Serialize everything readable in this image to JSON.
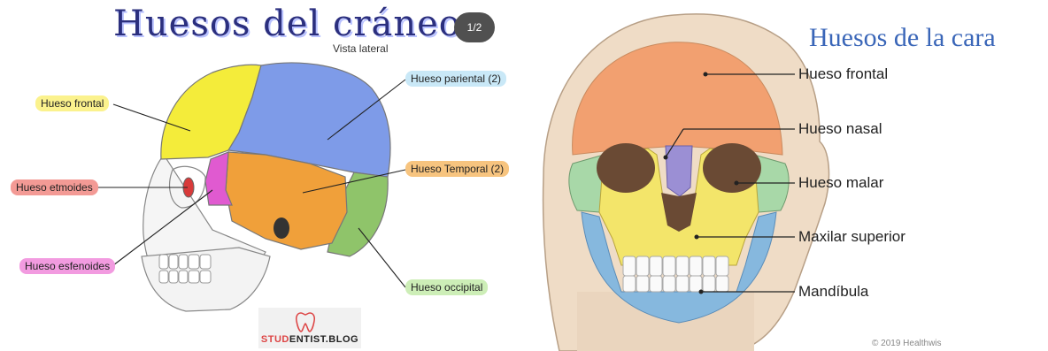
{
  "left_panel": {
    "title": "Huesos del cráneo",
    "subtitle": "Vista lateral",
    "labels": {
      "frontal": "Hueso frontal",
      "parietal": "Hueso pariental (2)",
      "etmoides": "Hueso etmoides",
      "temporal": "Hueso Temporal (2)",
      "esfenoides": "Hueso esfenoides",
      "occipital": "Hueso occipital"
    },
    "watermark": {
      "prefix": "STUD",
      "suffix": "ENTIST.BLOG"
    }
  },
  "page_indicator": "1/2",
  "right_panel": {
    "title": "Huesos de la cara",
    "labels": {
      "frontal": "Hueso frontal",
      "nasal": "Hueso nasal",
      "malar": "Hueso malar",
      "maxilar": "Maxilar superior",
      "mandibula": "Mandíbula"
    },
    "copyright": "© 2019 Healthwis"
  },
  "colors": {
    "frontal": "#f4ec3a",
    "parietal": "#7e9be8",
    "temporal": "#f0a03a",
    "occipital": "#8fc46a",
    "esfenoides": "#e05ad0",
    "etmoides": "#d83a3a",
    "face_frontal": "#f2a070",
    "nasal": "#9b8fd4",
    "malar": "#a8d8a8",
    "maxilar": "#f3e56a",
    "mandibula": "#86b8de"
  }
}
